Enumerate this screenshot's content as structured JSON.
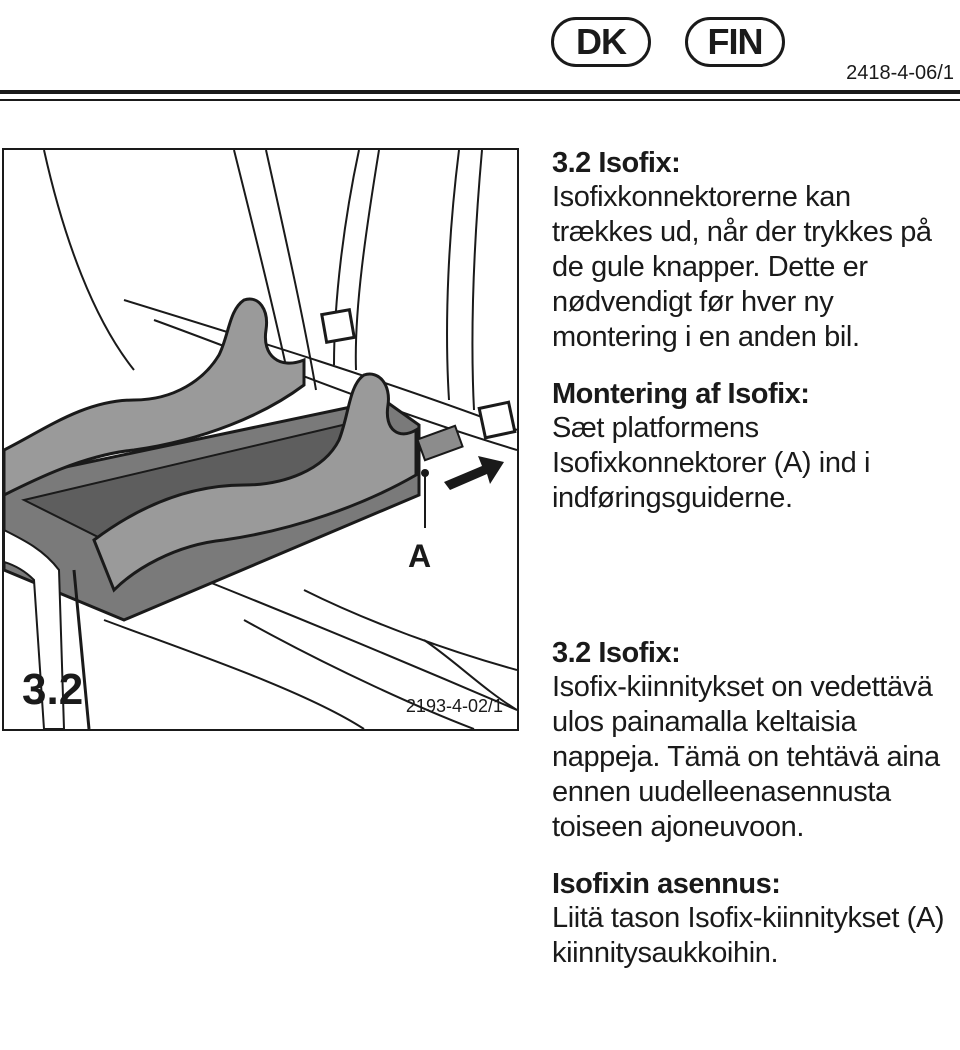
{
  "header": {
    "lang_1": "DK",
    "lang_2": "FIN",
    "doc_number": "2418-4-06/1"
  },
  "figure": {
    "section_label": "3.2",
    "drawing_code": "2193-4-02/1",
    "callout": "A"
  },
  "dk": {
    "heading_1": "3.2 Isofix:",
    "body_1": "Isofixkonnektorerne kan trækkes ud, når der trykkes på de gule knapper. Dette er nødvendigt før hver ny montering i en anden bil.",
    "heading_2": "Montering af Isofix:",
    "body_2": "Sæt platformens Isofixkonnektorer (A) ind i indføringsguiderne."
  },
  "fin": {
    "heading_1": "3.2 Isofix:",
    "body_1": "Isofix-kiinnitykset on vedettävä ulos painamalla keltaisia nappeja. Tämä on tehtävä aina ennen uudelleenasennusta toiseen ajoneuvoon.",
    "heading_2": "Isofixin asennus:",
    "body_2": "Liitä tason Isofix-kiinnitykset (A) kiinnitysaukkoihin."
  }
}
